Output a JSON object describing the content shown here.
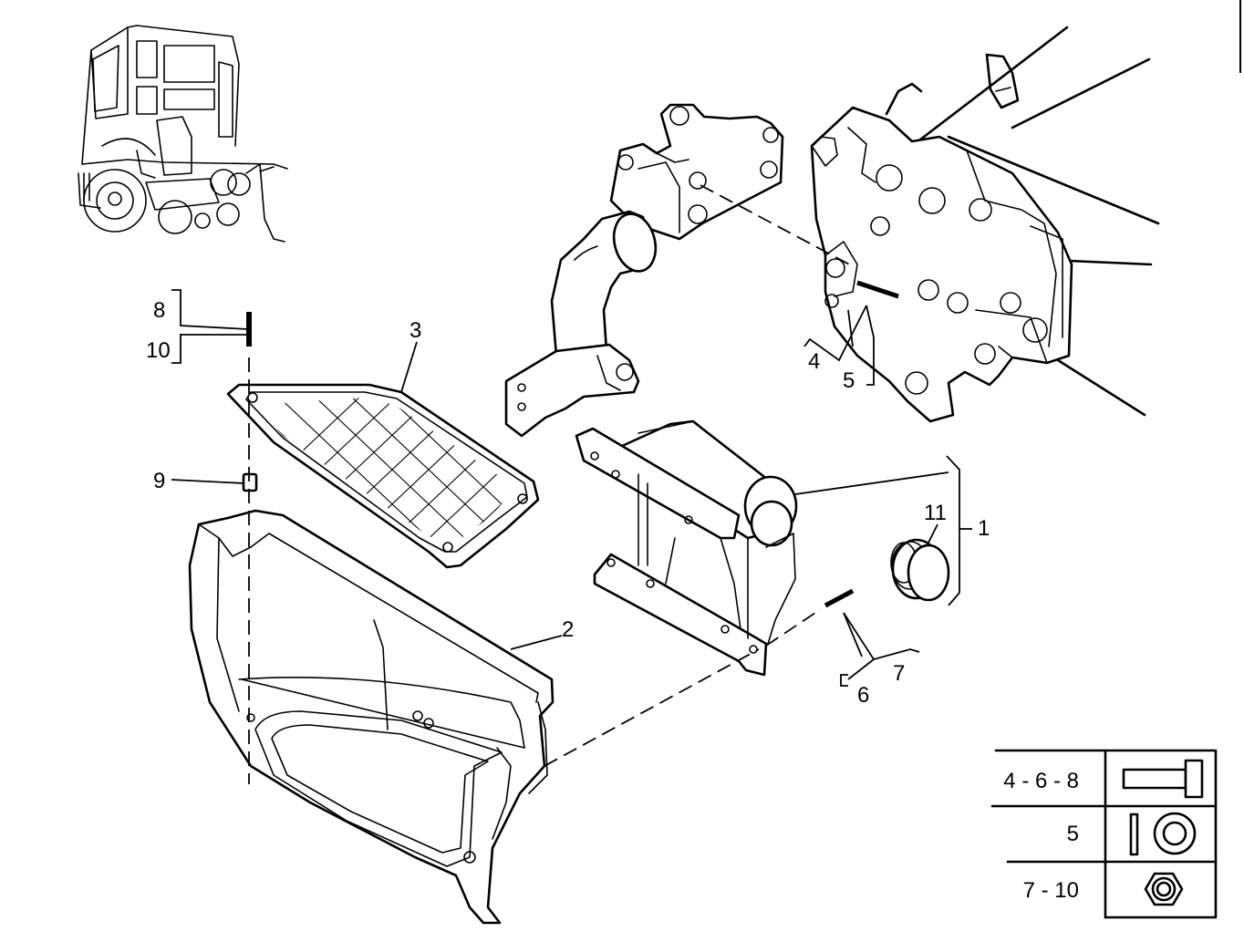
{
  "callouts": {
    "c1": "1",
    "c2": "2",
    "c3": "3",
    "c4": "4",
    "c5": "5",
    "c6": "6",
    "c7": "7",
    "c8": "8",
    "c9": "9",
    "c10": "10",
    "c11": "11"
  },
  "legend": {
    "rows": [
      {
        "label": "4 - 6 - 8",
        "icon": "bolt-icon"
      },
      {
        "label": "5",
        "icon": "washer-icon"
      },
      {
        "label": "7 - 10",
        "icon": "hex-nut-icon"
      }
    ]
  }
}
